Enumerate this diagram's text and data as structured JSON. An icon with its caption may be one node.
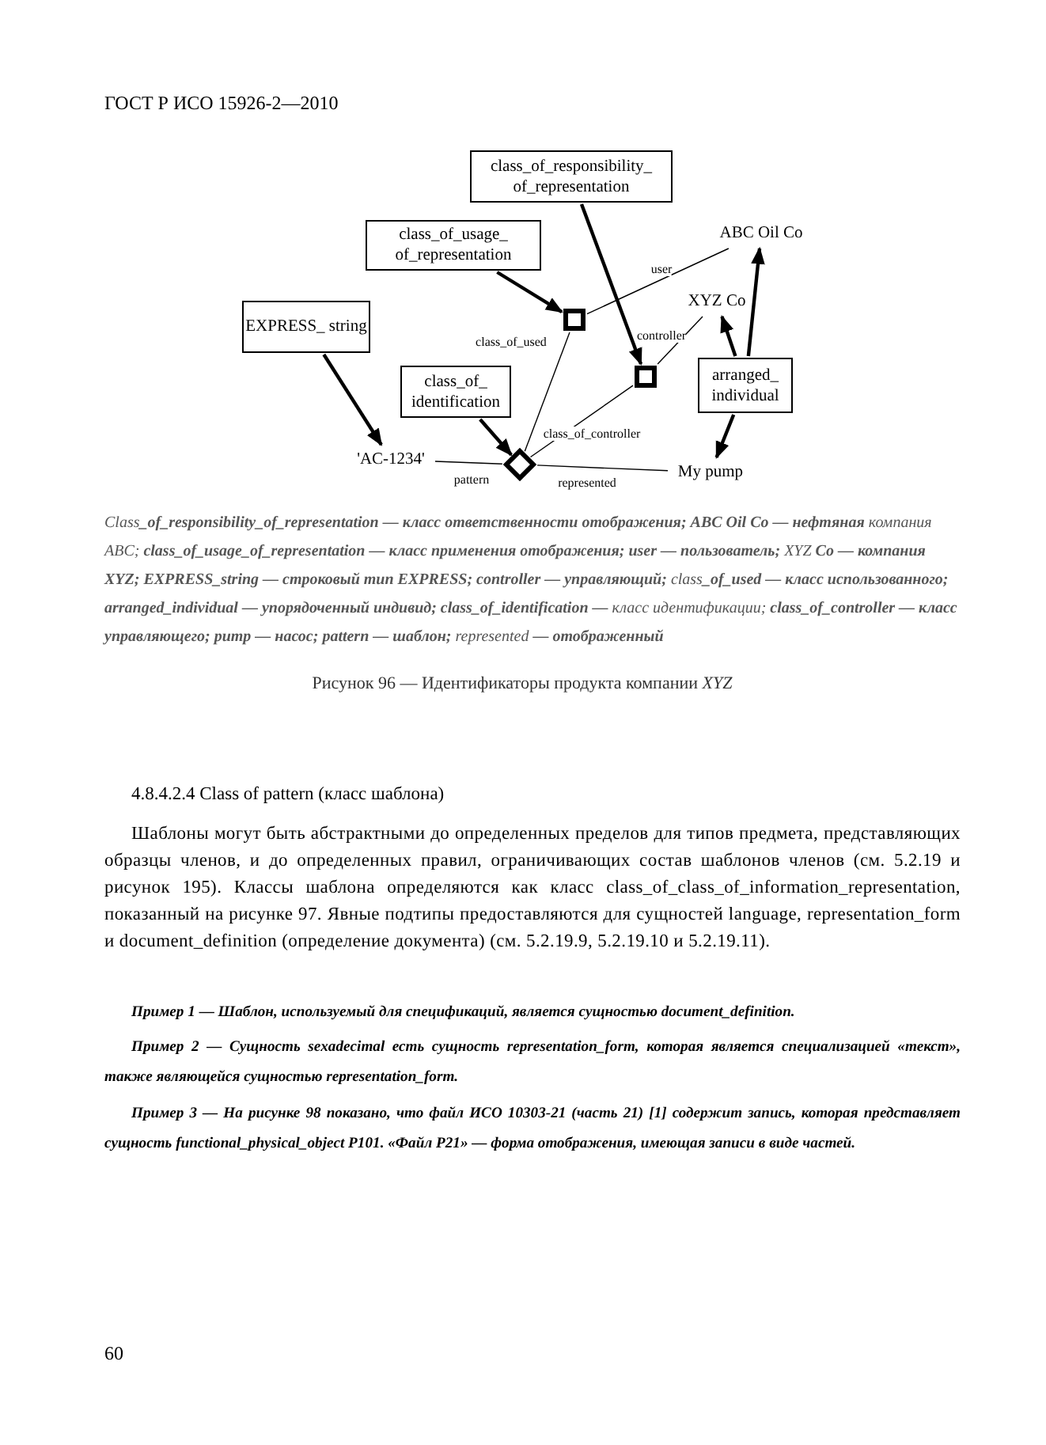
{
  "diagram": {
    "caption": "Рисунок 96 — Идентификаторы продукта компании *XYZ*",
    "nodes": [
      {
        "text": [
          "class_of_responsibility_ of_representation"
        ]
      },
      {
        "text": [
          "ABC Oil Co"
        ]
      },
      {
        "text": [
          "class_of_usage_ of_representation"
        ]
      },
      {
        "text": [
          "XYZ Co"
        ]
      },
      {
        "text": [
          "EXPRESS_ string"
        ]
      },
      {
        "text": [],
        "shape": "box"
      },
      {
        "text": [],
        "shape": "box"
      },
      {
        "text": [
          "class_of_ identification"
        ]
      },
      {
        "text": [
          "arranged_ individual"
        ]
      },
      {
        "text": [
          "'AC-1234'"
        ]
      },
      {
        "text": [],
        "shape": "diamond"
      },
      {
        "text": [
          "My pump"
        ]
      }
    ],
    "edges": [
      {
        "from": 2,
        "to": 5,
        "arrow": "to"
      },
      {
        "from": 5,
        "to": 1,
        "arrow": "none",
        "label": "user"
      },
      {
        "from": 5,
        "to": 10,
        "arrow": "none",
        "label": "class_of_used"
      },
      {
        "from": 0,
        "to": 6,
        "arrow": "to"
      },
      {
        "from": 6,
        "to": 3,
        "arrow": "none",
        "label": "controller"
      },
      {
        "from": 6,
        "to": 10,
        "arrow": "none",
        "label": "class_of_controller"
      },
      {
        "from": 8,
        "to": 3,
        "arrow": "to"
      },
      {
        "from": 8,
        "to": 1,
        "arrow": "to"
      },
      {
        "from": 8,
        "to": 11,
        "arrow": "to"
      },
      {
        "from": 4,
        "to": 9,
        "arrow": "to"
      },
      {
        "from": 7,
        "to": 10,
        "arrow": "to"
      },
      {
        "from": 9,
        "to": 10,
        "arrow": "none",
        "label": "pattern"
      },
      {
        "from": 10,
        "to": 11,
        "arrow": "none",
        "label": "represented"
      }
    ],
    "labels": [
      "ГОСТ Р ИСО 15926-2—2010",
      "Class**_of_responsibility_of_representation — класс ответственности отображения; ABC Oil Co — нефтяная** компания ABC; **class_of_usage_of_representation — класс применения отображения; user — пользователь;** XYZ **Co — компания XYZ; EXPRESS_string — строковый тип EXPRESS; controller — управляющий;** class**_of_used — класс использованного; arranged_individual — упорядоченный индивид; class_of_identification —** класс идентификации; **class_of_controller — класс управляющего; pump — насос; pattern — шаблон;** represented **— отображенный**",
      "4.8.4.2.4 Class of pattern (класс шаблона)",
      "Шаблоны могут быть абстрактными до определенных пределов для типов предмета, представляющих образцы членов, и до определенных правил, ограничивающих состав шаблонов членов (см. 5.2.19 и рисунок 195). Классы шаблона определяются как класс class_of_class_of_information_representation, показанный на рисунке 97. Явные подтипы предоставляются для сущностей language, representation_form и document_definition (определение документа) (см. 5.2.19.9, 5.2.19.10 и 5.2.19.11).",
      "Пример 1 — Шаблон, используемый для спецификаций, является сущностью document_definition.",
      "Пример 2 — Сущность sexadecimal есть сущность representation_form, которая является специализацией «текст», также являющейся сущностью representation_form.",
      "Пример 3 — На рисунке 98 показано, что файл ИСО 10303-21 (часть 21) [1] содержит запись, которая представляет сущность functional_physical_object P101. «Файл P21» — форма отображения, имеющая записи в виде частей.",
      "60"
    ]
  }
}
